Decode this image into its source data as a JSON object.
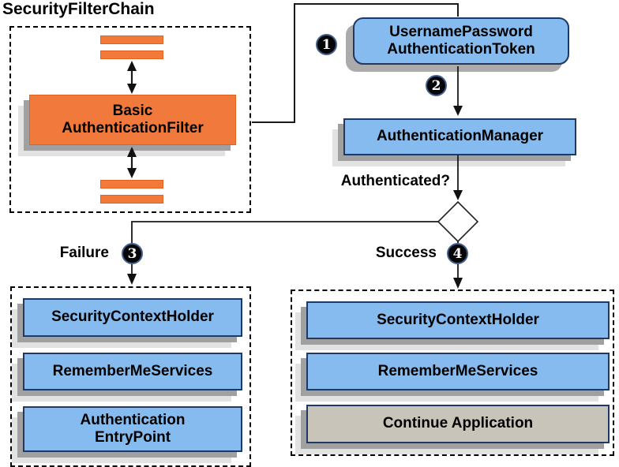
{
  "title": "SecurityFilterChain",
  "filter_chain": {
    "basic_line1": "Basic",
    "basic_line2": "AuthenticationFilter"
  },
  "token": {
    "line1": "UsernamePassword",
    "line2": "AuthenticationToken"
  },
  "manager": {
    "label": "AuthenticationManager"
  },
  "decision": {
    "label": "Authenticated?"
  },
  "steps": {
    "s1": "1",
    "s2": "2",
    "s3": "3",
    "s4": "4"
  },
  "branches": {
    "failure": {
      "label": "Failure"
    },
    "success": {
      "label": "Success"
    }
  },
  "failure_panel": {
    "item1": "SecurityContextHolder",
    "item2": "RememberMeServices",
    "item3_line1": "Authentication",
    "item3_line2": "EntryPoint"
  },
  "success_panel": {
    "item1": "SecurityContextHolder",
    "item2": "RememberMeServices",
    "item3": "Continue Application"
  },
  "colors": {
    "orange": "#F2793C",
    "orange_border": "#E0631F",
    "blue": "#85BBEE",
    "navy_border": "#1F3864",
    "gray_box": "#C8C4BA",
    "shadow_dark": "#A0A0A0",
    "shadow_light": "#E2E2E2",
    "badge_bg": "#050505",
    "line": "#1A1A1A"
  }
}
